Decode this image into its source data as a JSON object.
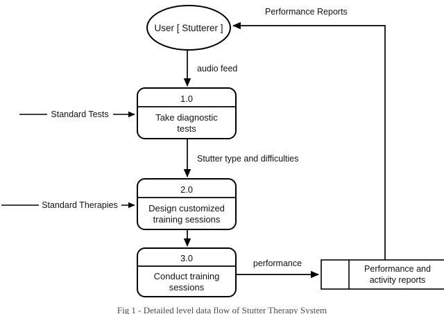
{
  "figure": {
    "type": "data-flow-diagram",
    "caption": "Fig 1 - Detailed level data flow of Stutter Therapy System",
    "background_color": "#ffffff",
    "line_color": "#000000"
  },
  "external_entity": {
    "label": "User [ Stutterer ]",
    "shape": "ellipse"
  },
  "processes": [
    {
      "id": "1.0",
      "number": "1.0",
      "name_line1": "Take diagnostic",
      "name_line2": "tests"
    },
    {
      "id": "2.0",
      "number": "2.0",
      "name_line1": "Design customized",
      "name_line2": "training sessions"
    },
    {
      "id": "3.0",
      "number": "3.0",
      "name_line1": "Conduct training",
      "name_line2": "sessions"
    }
  ],
  "data_store": {
    "label_line1": "Performance and",
    "label_line2": "activity reports"
  },
  "flows": [
    {
      "id": "audio-feed",
      "label": "audio feed"
    },
    {
      "id": "standard-tests",
      "label": "Standard Tests"
    },
    {
      "id": "stutter-type",
      "label": "Stutter type and difficulties"
    },
    {
      "id": "standard-therapies",
      "label": "Standard Therapies"
    },
    {
      "id": "performance",
      "label": "performance"
    },
    {
      "id": "performance-reports",
      "label": "Performance Reports"
    }
  ]
}
